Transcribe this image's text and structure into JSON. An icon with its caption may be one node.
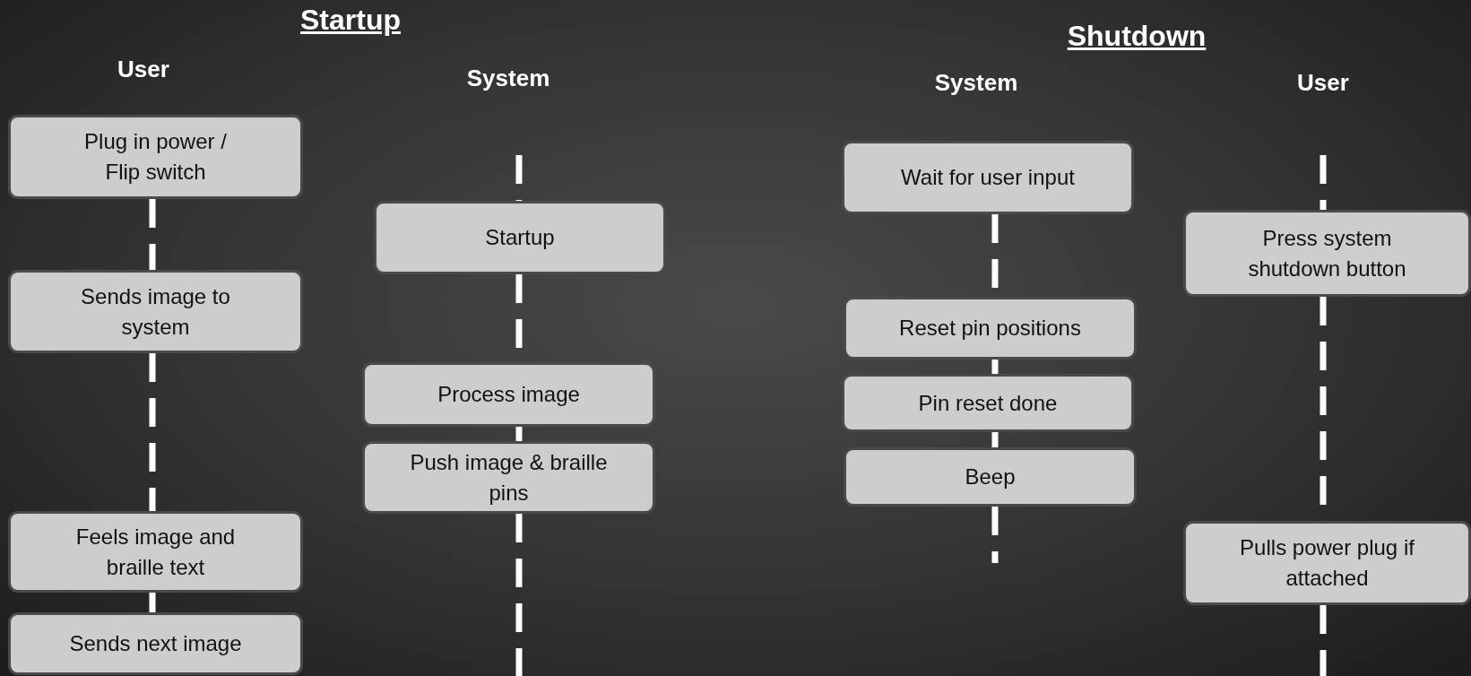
{
  "diagram": {
    "nodes": [
      {
        "text": [
          "Plug in power / Flip switch"
        ]
      },
      {
        "text": [
          "Sends image to system"
        ]
      },
      {
        "text": [
          "Feels image and braille text"
        ]
      },
      {
        "text": [
          "Sends next image"
        ]
      },
      {
        "text": [
          "Startup"
        ]
      },
      {
        "text": [
          "Process image"
        ]
      },
      {
        "text": [
          "Push image & braille pins"
        ]
      },
      {
        "text": [
          "Wait for user input"
        ]
      },
      {
        "text": [
          "Reset pin positions"
        ]
      },
      {
        "text": [
          "Pin reset done"
        ]
      },
      {
        "text": [
          "Beep"
        ]
      },
      {
        "text": [
          "Press system shutdown button"
        ]
      },
      {
        "text": [
          "Pulls power plug if attached"
        ]
      }
    ],
    "edges": [
      {
        "from": 0,
        "to": 1,
        "arrow": "none",
        "style": "dashed"
      },
      {
        "from": 1,
        "to": 2,
        "arrow": "none",
        "style": "dashed"
      },
      {
        "from": 2,
        "to": 3,
        "arrow": "none",
        "style": "dashed"
      },
      {
        "from": null,
        "to": 4,
        "arrow": "none",
        "style": "dashed"
      },
      {
        "from": 4,
        "to": 5,
        "arrow": "none",
        "style": "dashed"
      },
      {
        "from": 5,
        "to": 6,
        "arrow": "none",
        "style": "dashed"
      },
      {
        "from": 6,
        "to": null,
        "arrow": "none",
        "style": "dashed"
      },
      {
        "from": 7,
        "to": 8,
        "arrow": "none",
        "style": "dashed"
      },
      {
        "from": 8,
        "to": 9,
        "arrow": "none",
        "style": "dashed"
      },
      {
        "from": 9,
        "to": 10,
        "arrow": "none",
        "style": "dashed"
      },
      {
        "from": 10,
        "to": null,
        "arrow": "none",
        "style": "dashed"
      },
      {
        "from": null,
        "to": 11,
        "arrow": "none",
        "style": "dashed"
      },
      {
        "from": 11,
        "to": 12,
        "arrow": "none",
        "style": "dashed"
      },
      {
        "from": 12,
        "to": null,
        "arrow": "none",
        "style": "dashed"
      }
    ],
    "labels": [
      "Startup",
      "User",
      "System",
      "Shutdown",
      "System",
      "User"
    ]
  }
}
